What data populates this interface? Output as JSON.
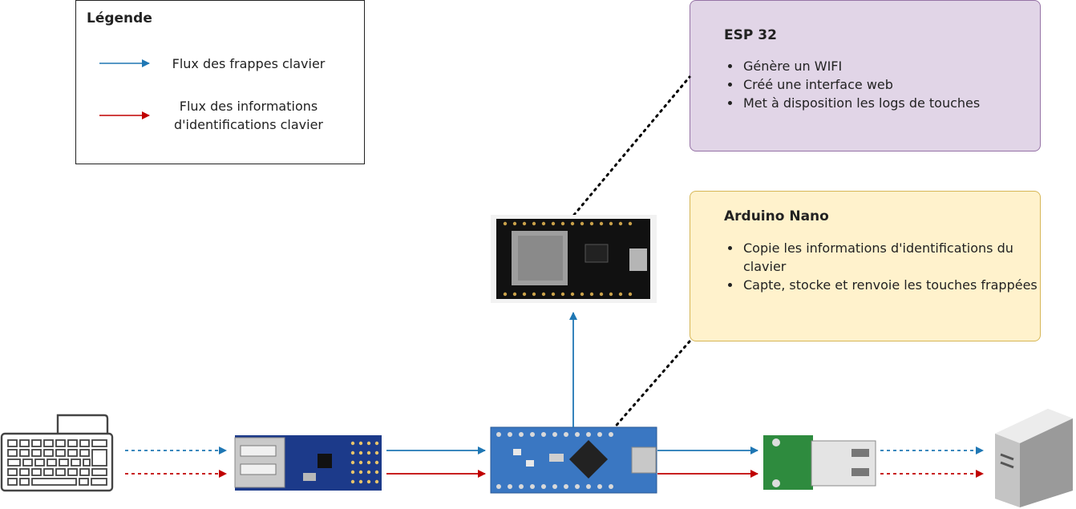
{
  "legend": {
    "title": "Légende",
    "items": [
      {
        "label": "Flux des frappes clavier",
        "color": "#1f77b4"
      },
      {
        "label": "Flux des informations d'identifications clavier",
        "color": "#c00000"
      }
    ]
  },
  "esp32": {
    "title": "ESP 32",
    "bullets": [
      "Génère un WIFI",
      "Créé une interface web",
      "Met à disposition les logs de touches"
    ],
    "fill": "#e1d5e7",
    "stroke": "#9673a6"
  },
  "arduino": {
    "title": "Arduino Nano",
    "bullets": [
      "Copie les informations d'identifications du clavier",
      "Capte, stocke et renvoie les touches frappées"
    ],
    "fill": "#fff2cc",
    "stroke": "#d6b656"
  },
  "components": [
    {
      "name": "keyboard-icon"
    },
    {
      "name": "usb-host-shield"
    },
    {
      "name": "arduino-nano-board"
    },
    {
      "name": "esp32-board"
    },
    {
      "name": "usb-a-connector-board"
    },
    {
      "name": "computer-tower-icon"
    }
  ],
  "colors": {
    "keystroke_flow": "#1f77b4",
    "identification_flow": "#c00000"
  }
}
